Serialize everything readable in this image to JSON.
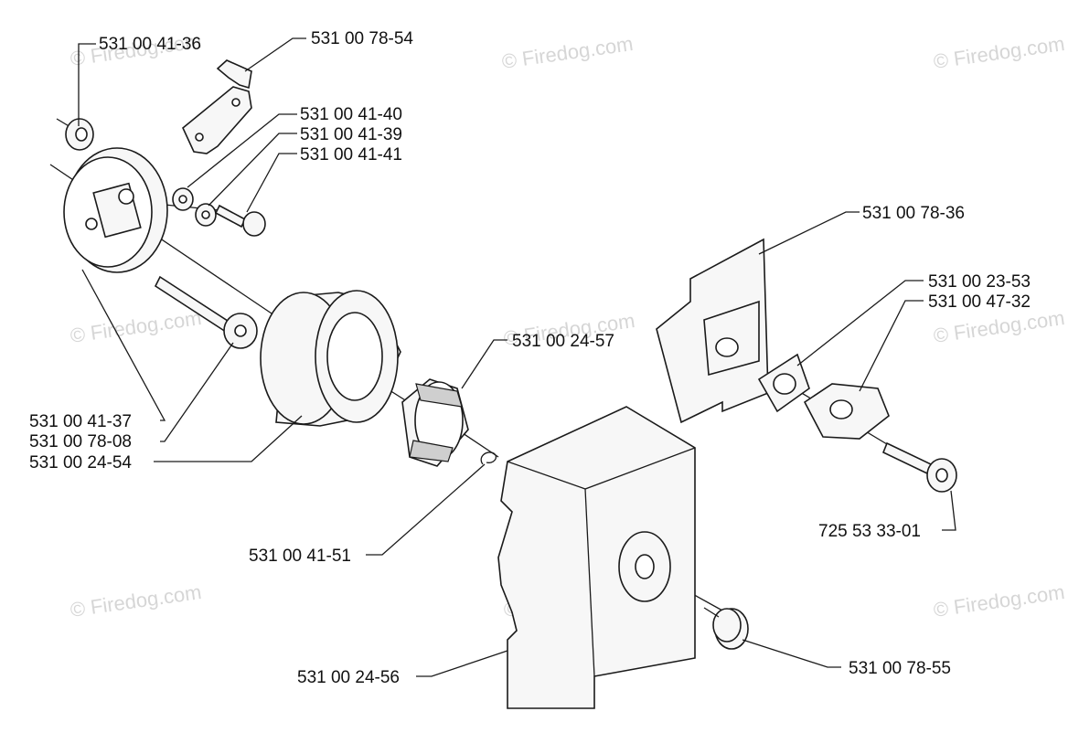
{
  "watermark": "© Firedog.com",
  "parts": {
    "p_531004136": "531 00 41-36",
    "p_531007854": "531 00 78-54",
    "p_531004140": "531 00 41-40",
    "p_531004139": "531 00 41-39",
    "p_531004141": "531 00 41-41",
    "p_531007836": "531 00 78-36",
    "p_531002353": "531 00 23-53",
    "p_531004732": "531 00 47-32",
    "p_531002457": "531 00 24-57",
    "p_531004137": "531 00 41-37",
    "p_531007808": "531 00 78-08",
    "p_531002454": "531 00 24-54",
    "p_725533301": "725 53 33-01",
    "p_531004151": "531 00 41-51",
    "p_531002456": "531 00 24-56",
    "p_531007855": "531 00 78-55"
  }
}
